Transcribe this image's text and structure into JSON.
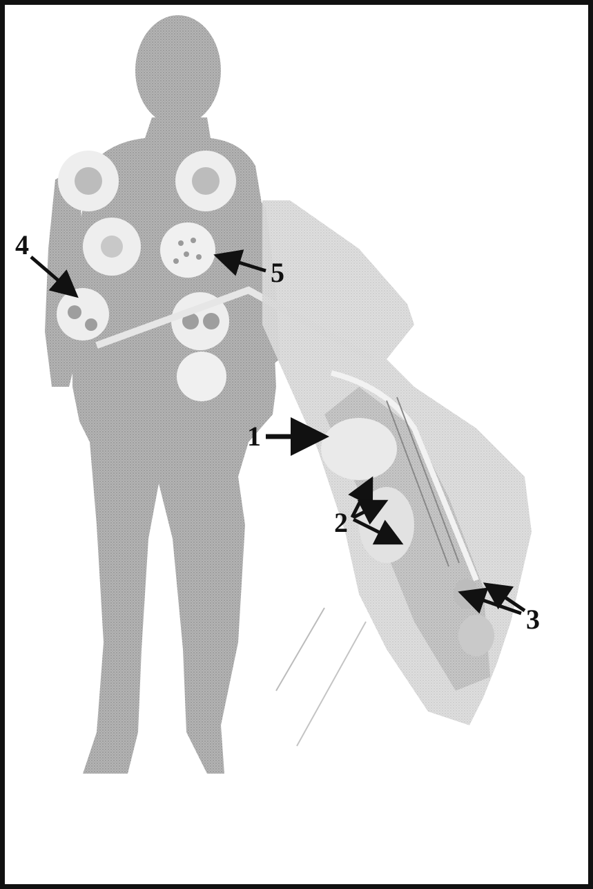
{
  "callouts": [
    {
      "id": "1",
      "label": "1"
    },
    {
      "id": "2",
      "label": "2"
    },
    {
      "id": "3",
      "label": "3"
    },
    {
      "id": "4",
      "label": "4"
    },
    {
      "id": "5",
      "label": "5"
    }
  ],
  "colors": {
    "frame": "#111111",
    "background": "#ffffff",
    "figure_fill": "#a6a6a6",
    "organ_fill": "#e9e9e9",
    "arrow": "#111111"
  }
}
